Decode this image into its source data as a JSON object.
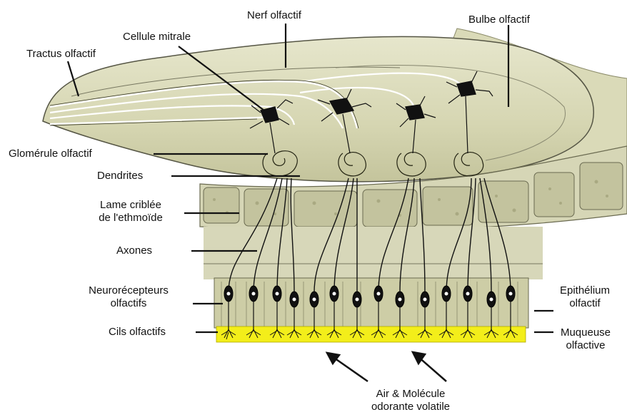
{
  "labels": {
    "nerf_olfactif": "Nerf olfactif",
    "bulbe_olfactif": "Bulbe olfactif",
    "cellule_mitrale": "Cellule mitrale",
    "tractus_olfactif": "Tractus olfactif",
    "glomerule_olfactif": "Glomérule olfactif",
    "dendrites": "Dendrites",
    "lame_criblee_line1": "Lame criblée",
    "lame_criblee_line2": "de l'ethmoïde",
    "axones": "Axones",
    "neurorecepteurs_line1": "Neurorécepteurs",
    "neurorecepteurs_line2": "olfactifs",
    "cils_olfactifs": "Cils olfactifs",
    "epithelium_line1": "Epithélium",
    "epithelium_line2": "olfactif",
    "muqueuse_line1": "Muqueuse",
    "muqueuse_line2": "olfactive",
    "air_line1": "Air & Molécule",
    "air_line2": "odorante volatile"
  },
  "colors": {
    "bulb_fill": "#dcdcbc",
    "bone_fill": "#d8d8b8",
    "bone_cell": "#c2c29c",
    "epithelium_fill": "#cfcfa8",
    "mucus_yellow": "#f3ee1a",
    "ink": "#111111"
  }
}
